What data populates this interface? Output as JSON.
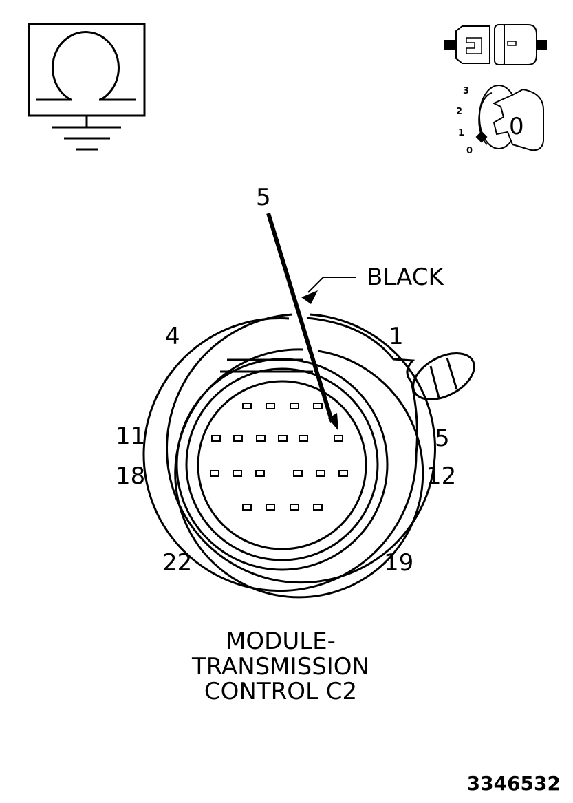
{
  "ignition_key": {
    "positions": [
      "3",
      "2",
      "1",
      "0"
    ],
    "key_label": "0"
  },
  "pointer": {
    "cavity_label": "5",
    "color_label": "BLACK"
  },
  "connector": {
    "pin_labels": {
      "top_left": "4",
      "top_right": "1",
      "left_upper": "11",
      "left_lower": "18",
      "right_upper": "5",
      "right_lower": "12",
      "bottom_left": "22",
      "bottom_right": "19"
    }
  },
  "caption": {
    "line1": "MODULE-",
    "line2": "TRANSMISSION",
    "line3": "CONTROL C2"
  },
  "figure_number": "3346532"
}
